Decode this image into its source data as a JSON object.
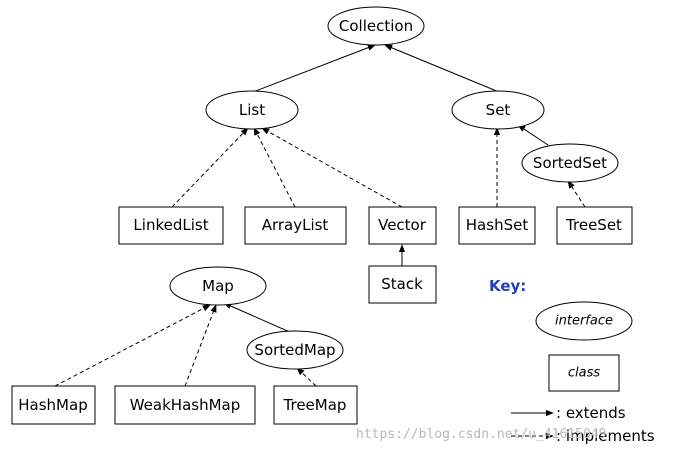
{
  "nodes": {
    "collection": "Collection",
    "list": "List",
    "set": "Set",
    "sorted_set": "SortedSet",
    "linked_list": "LinkedList",
    "array_list": "ArrayList",
    "vector": "Vector",
    "stack": "Stack",
    "hash_set": "HashSet",
    "tree_set": "TreeSet",
    "map": "Map",
    "sorted_map": "SortedMap",
    "hash_map": "HashMap",
    "weak_hash_map": "WeakHashMap",
    "tree_map": "TreeMap"
  },
  "key": {
    "title": "Key:",
    "interface_label": "interface",
    "class_label": "class",
    "extends_label": ":  extends",
    "implements_label": ":  implements"
  },
  "watermark": "https://blog.csdn.net/u_41615049",
  "colors": {
    "key_title": "#1f3fbf",
    "stroke": "#000000",
    "watermark": "#b8b8b8"
  }
}
